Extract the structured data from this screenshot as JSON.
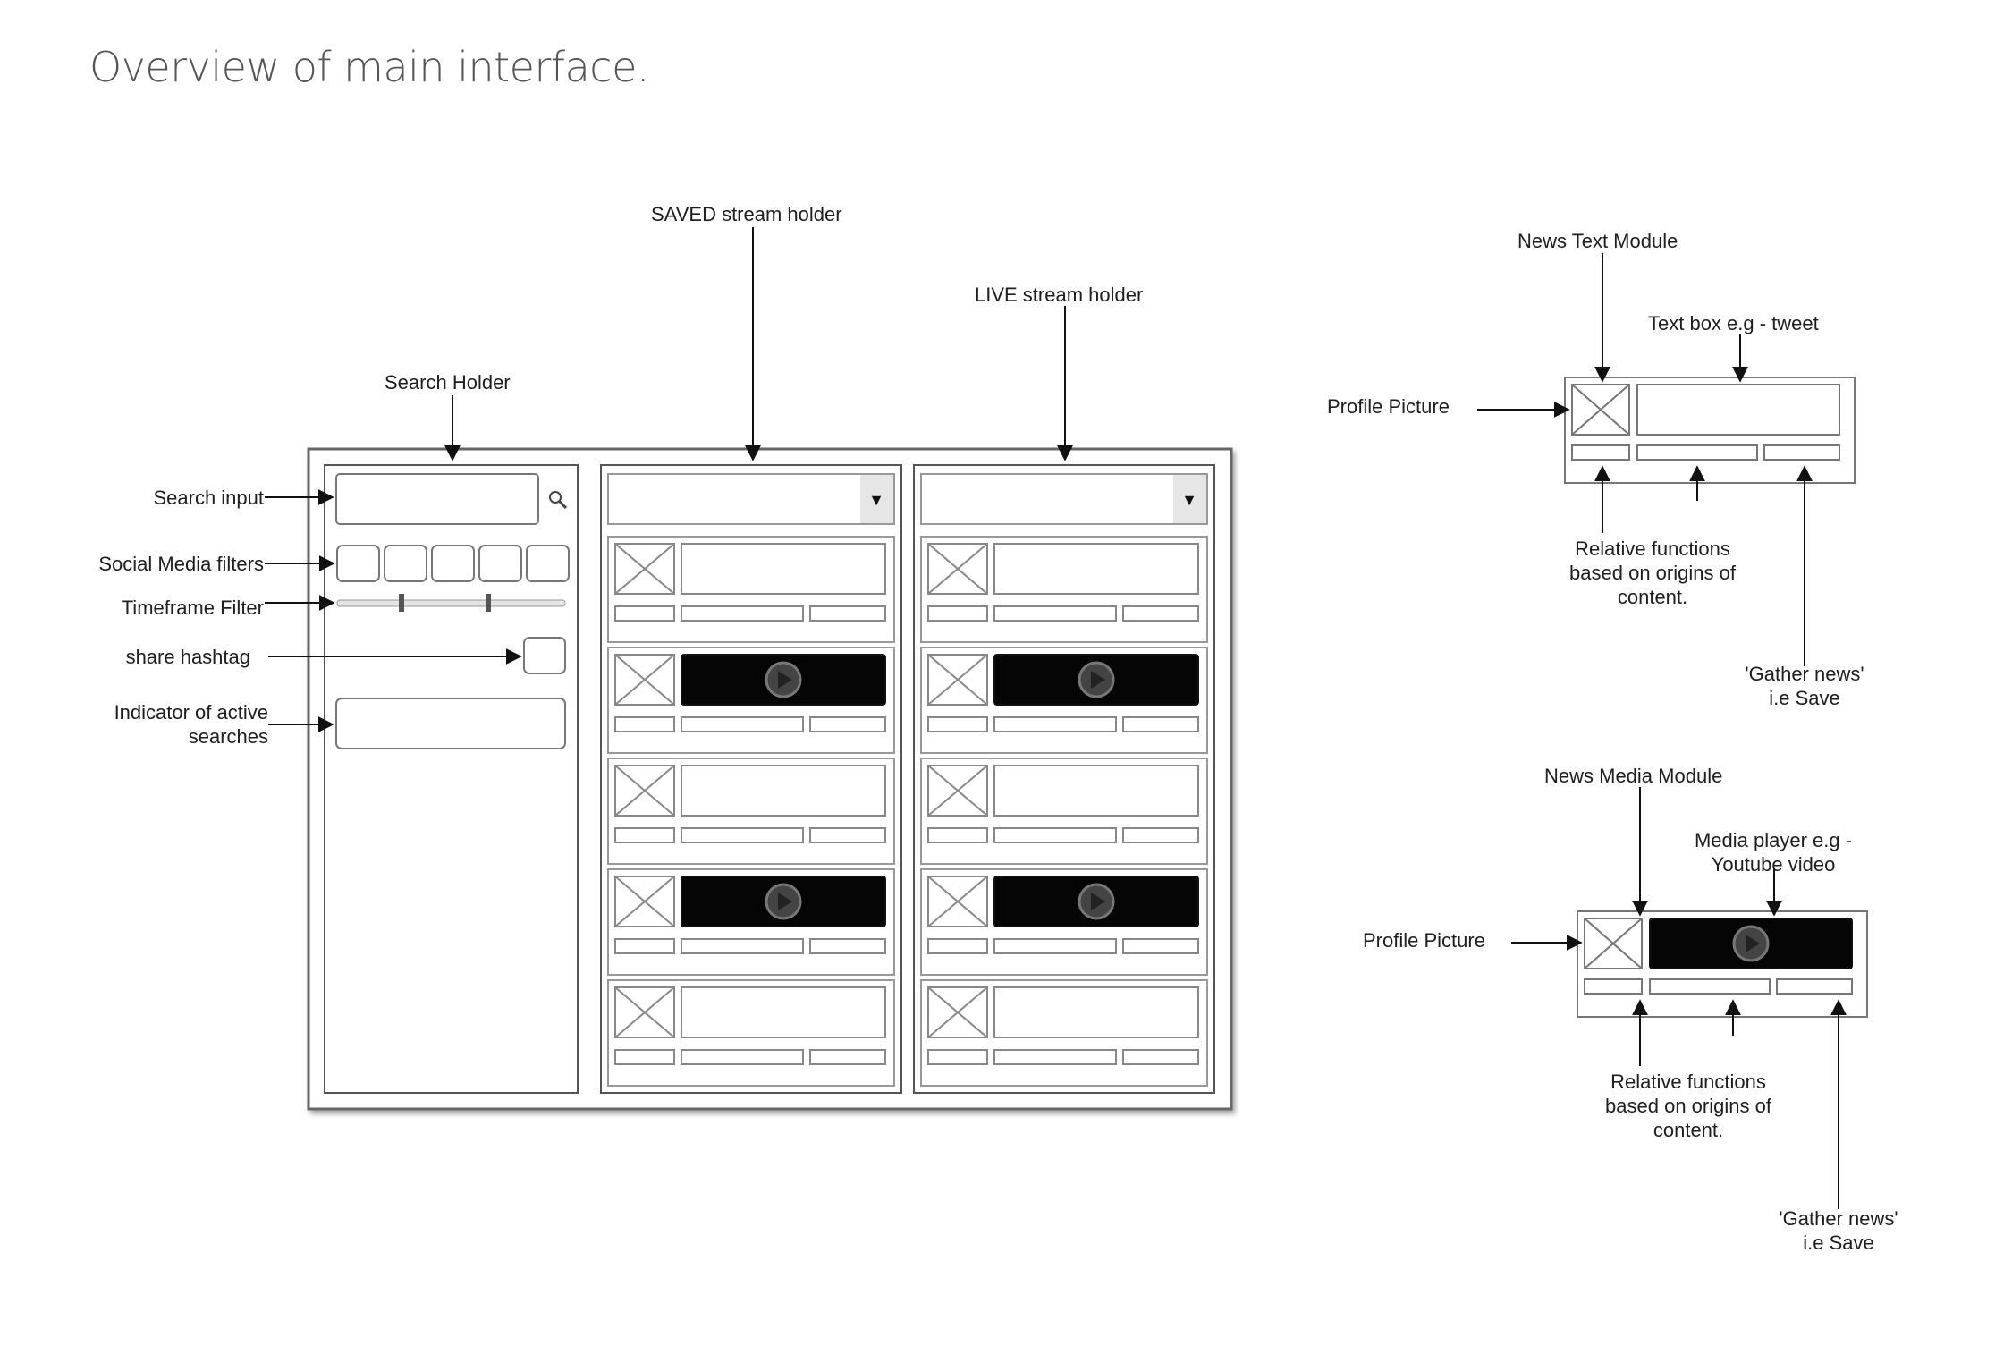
{
  "title": "Overview of main interface.",
  "labels": {
    "saved_stream_holder": "SAVED stream holder",
    "live_stream_holder": "LIVE stream holder",
    "search_holder": "Search Holder",
    "search_input": "Search input",
    "social_media_filters": "Social Media filters",
    "timeframe_filter": "Timeframe Filter",
    "share_hashtag": "share hashtag",
    "indicator_line1": "Indicator of active",
    "indicator_line2": "searches",
    "news_text_module": "News Text Module",
    "text_box": "Text box e.g - tweet",
    "profile_picture": "Profile Picture",
    "relative_functions_line1": "Relative functions",
    "relative_functions_line2": "based on origins of",
    "relative_functions_line3": "content.",
    "gather_news_line1": "'Gather news'",
    "gather_news_line2": "i.e Save",
    "news_media_module": "News Media Module",
    "media_player_line1": "Media player e.g -",
    "media_player_line2": "Youtube video",
    "profile_picture_2": "Profile Picture",
    "relative_functions_2_line1": "Relative functions",
    "relative_functions_2_line2": "based on origins of",
    "relative_functions_2_line3": "content.",
    "gather_news_2_line1": "'Gather news'",
    "gather_news_2_line2": "i.e Save"
  },
  "dropdown_caret": "▼",
  "icons": [
    "search-icon",
    "play-icon",
    "image-placeholder-icon",
    "dropdown-caret-icon"
  ],
  "stream_layout": {
    "saved": [
      "text",
      "media",
      "text",
      "media",
      "text"
    ],
    "live": [
      "text",
      "media",
      "text",
      "media",
      "text"
    ]
  }
}
